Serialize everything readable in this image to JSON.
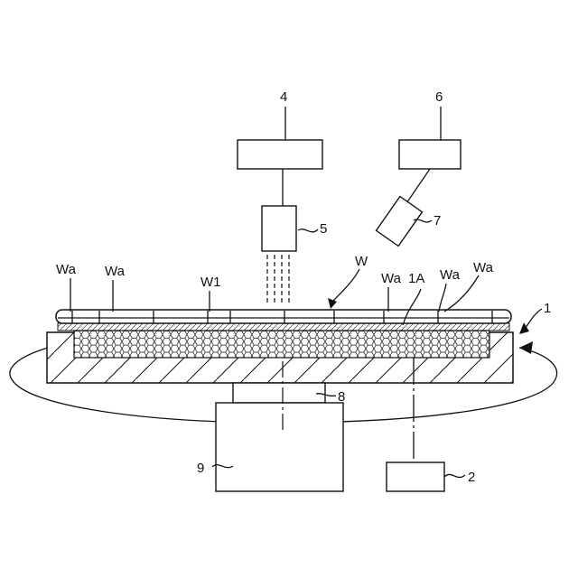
{
  "labels": {
    "n1": "1",
    "n1A": "1A",
    "n2": "2",
    "n4": "4",
    "n5": "5",
    "n6": "6",
    "n7": "7",
    "n8": "8",
    "n9": "9",
    "W": "W",
    "W1": "W1",
    "Wa_1": "Wa",
    "Wa_2": "Wa",
    "Wa_3": "Wa",
    "Wa_4": "Wa",
    "Wa_5": "Wa"
  }
}
